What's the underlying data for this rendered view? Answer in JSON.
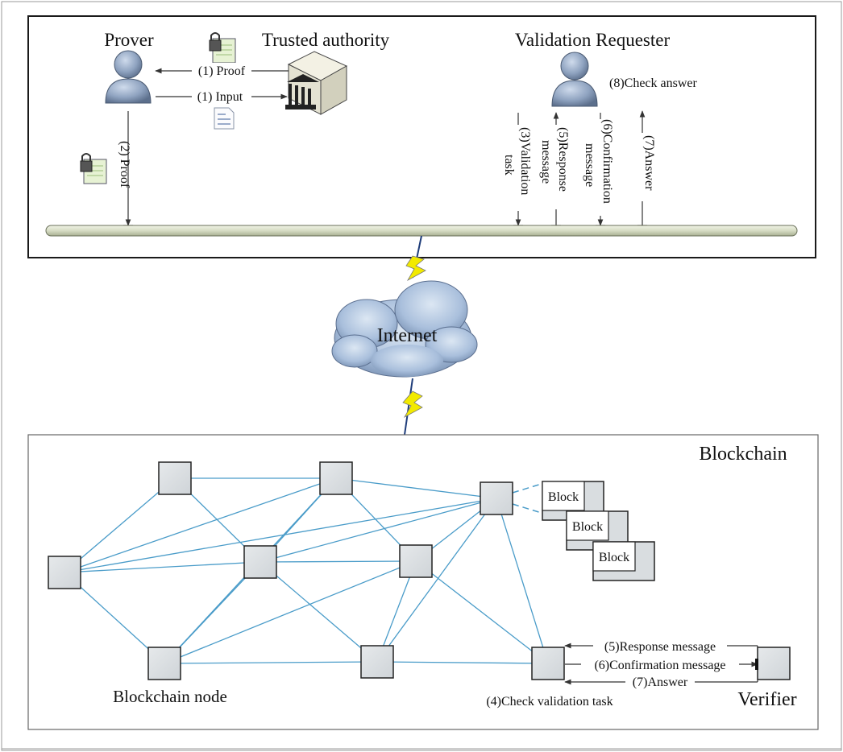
{
  "top_panel": {
    "prover_label": "Prover",
    "trusted_authority_label": "Trusted authority",
    "validation_requester_label": "Validation Requester",
    "arrow_1_proof": "(1) Proof",
    "arrow_1_input": "(1) Input",
    "arrow_2_proof": "(2) Proof",
    "arrow_3_line1": "(3)Validation",
    "arrow_3_line2": "task",
    "arrow_5_line1": "(5)Response",
    "arrow_5_line2": "message",
    "arrow_6_line1": "(6)Confirmation",
    "arrow_6_line2": "message",
    "arrow_7": "(7)Answer",
    "check_answer": "(8)Check answer"
  },
  "internet_label": "Internet",
  "blockchain_panel": {
    "title": "Blockchain",
    "node_label": "Blockchain node",
    "verifier_label": "Verifier",
    "block_labels": [
      "Block",
      "Block",
      "Block"
    ],
    "response_message": "(5)Response message",
    "confirmation_message": "(6)Confirmation message",
    "answer": "(7)Answer",
    "check_validation_task": "(4)Check validation task"
  },
  "colors": {
    "panel_border": "#1a1a1a",
    "network_line": "#4a9cc9",
    "node_fill": "#d9dde0",
    "bus_fill": "#d8e0c8",
    "person_fill": "#8fa3c0",
    "cloud_fill": "#a9bfdc",
    "lightning": "#e8e000"
  }
}
